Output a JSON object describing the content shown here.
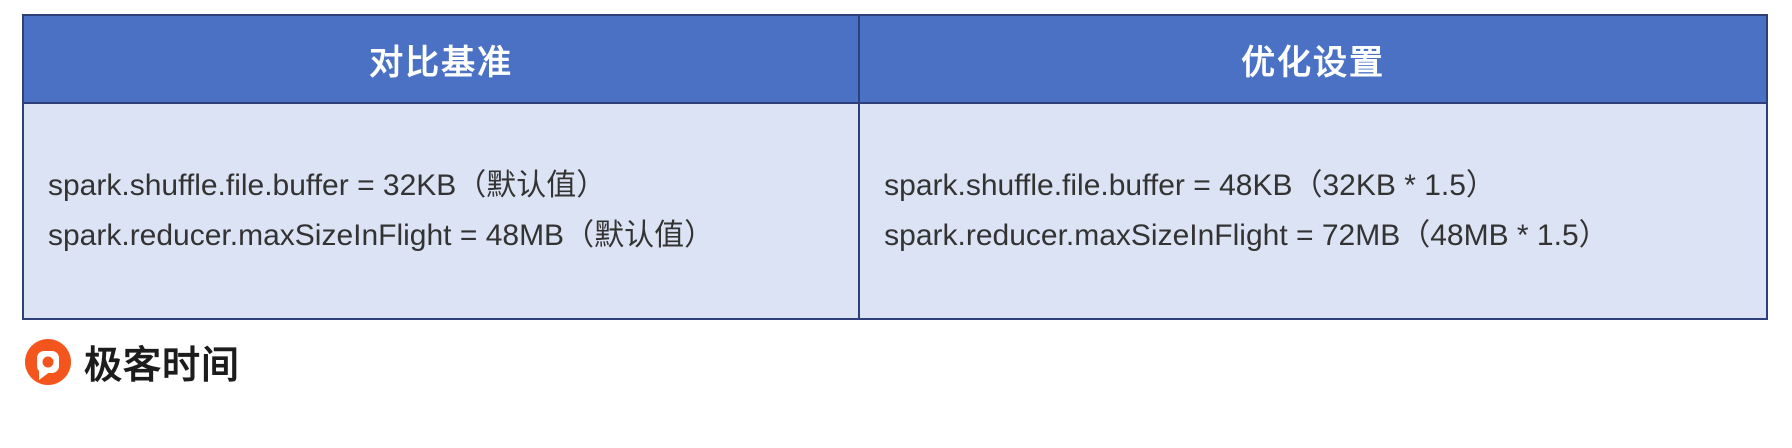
{
  "table": {
    "columns": [
      {
        "header": "对比基准",
        "lines": [
          "spark.shuffle.file.buffer = 32KB（默认值）",
          "spark.reducer.maxSizeInFlight = 48MB（默认值）"
        ]
      },
      {
        "header": "优化设置",
        "lines": [
          "spark.shuffle.file.buffer = 48KB（32KB * 1.5）",
          "spark.reducer.maxSizeInFlight = 72MB（48MB * 1.5）"
        ]
      }
    ]
  },
  "branding": {
    "logo_text": "极客时间"
  },
  "colors": {
    "header_bg": "#4a71c4",
    "body_bg": "#dce3f4",
    "border": "#2e3f7a",
    "logo_orange": "#f4551c",
    "header_text": "#ffffff",
    "body_text": "#333333"
  }
}
